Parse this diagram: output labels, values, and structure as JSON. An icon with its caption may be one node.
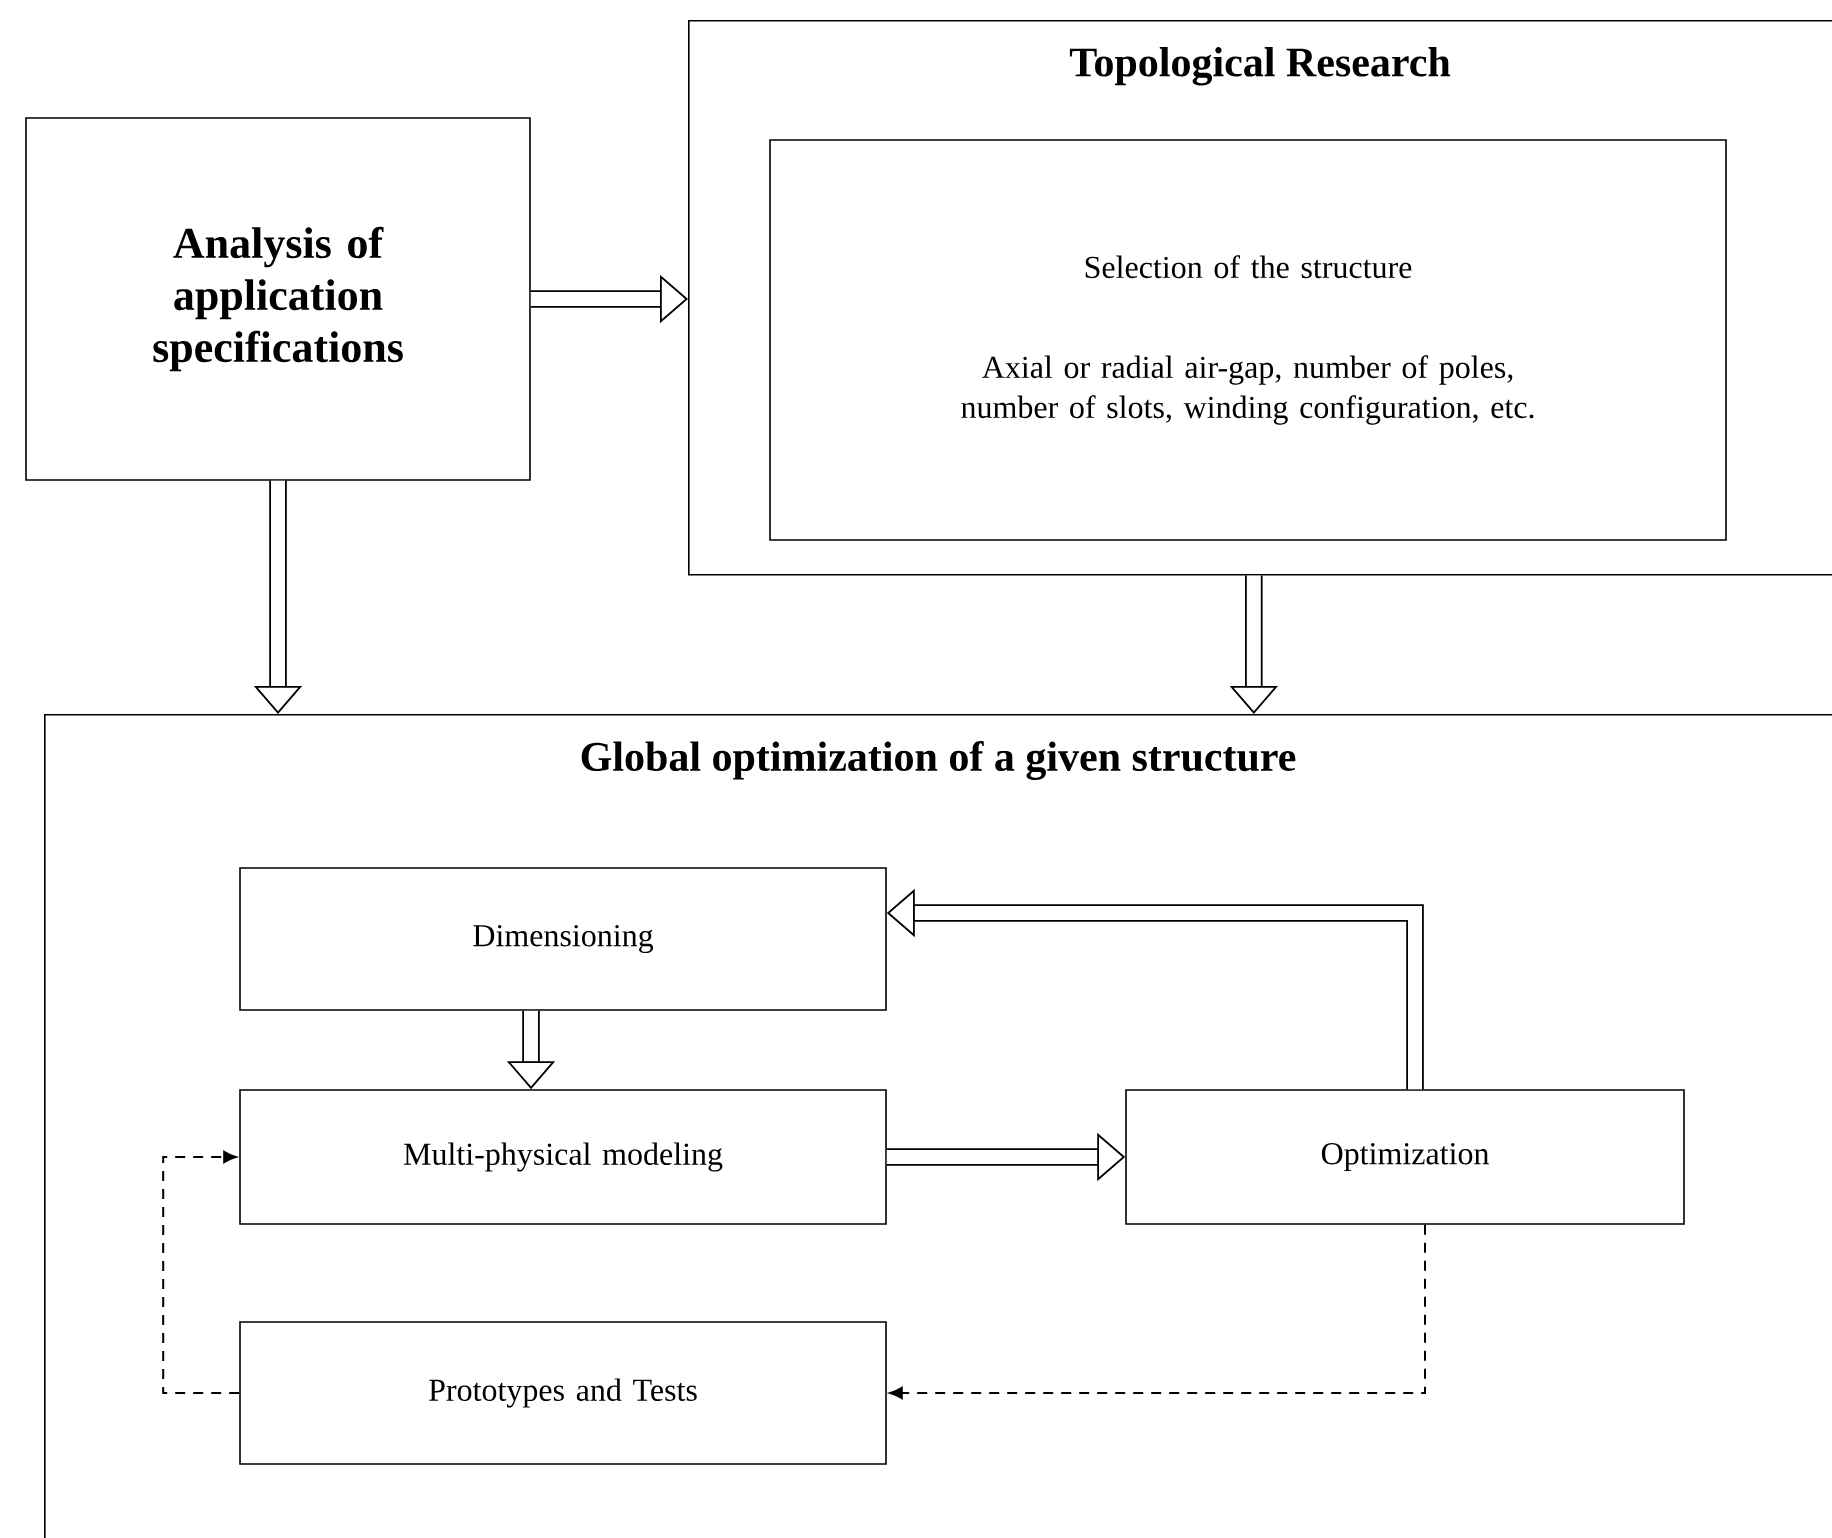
{
  "diagram": {
    "nodes": [
      {
        "text": [
          "Analysis of application specifications"
        ]
      },
      {
        "text": [
          "Topological Research"
        ]
      },
      {
        "text": [
          "Selection of the structure",
          "Axial or radial air-gap, number of poles, number of slots, winding configuration, etc."
        ],
        "in": 1
      },
      {
        "text": [
          "Global optimization of a given structure"
        ]
      },
      {
        "text": [
          "Dimensioning"
        ],
        "in": 3
      },
      {
        "text": [
          "Multi-physical modeling"
        ],
        "in": 3
      },
      {
        "text": [
          "Optimization"
        ],
        "in": 3
      },
      {
        "text": [
          "Prototypes and Tests"
        ],
        "in": 3
      }
    ],
    "edges": [
      {
        "from": 0,
        "to": 1,
        "arrow": "to"
      },
      {
        "from": 0,
        "to": 3,
        "arrow": "to"
      },
      {
        "from": 1,
        "to": 3,
        "arrow": "to"
      },
      {
        "from": 4,
        "to": 5,
        "arrow": "to"
      },
      {
        "from": 5,
        "to": 6,
        "arrow": "to"
      },
      {
        "from": 6,
        "to": 4,
        "arrow": "to"
      },
      {
        "from": 6,
        "to": 7,
        "arrow": "to",
        "style": "dashed"
      },
      {
        "from": 7,
        "to": 5,
        "arrow": "to",
        "style": "dashed"
      }
    ]
  }
}
